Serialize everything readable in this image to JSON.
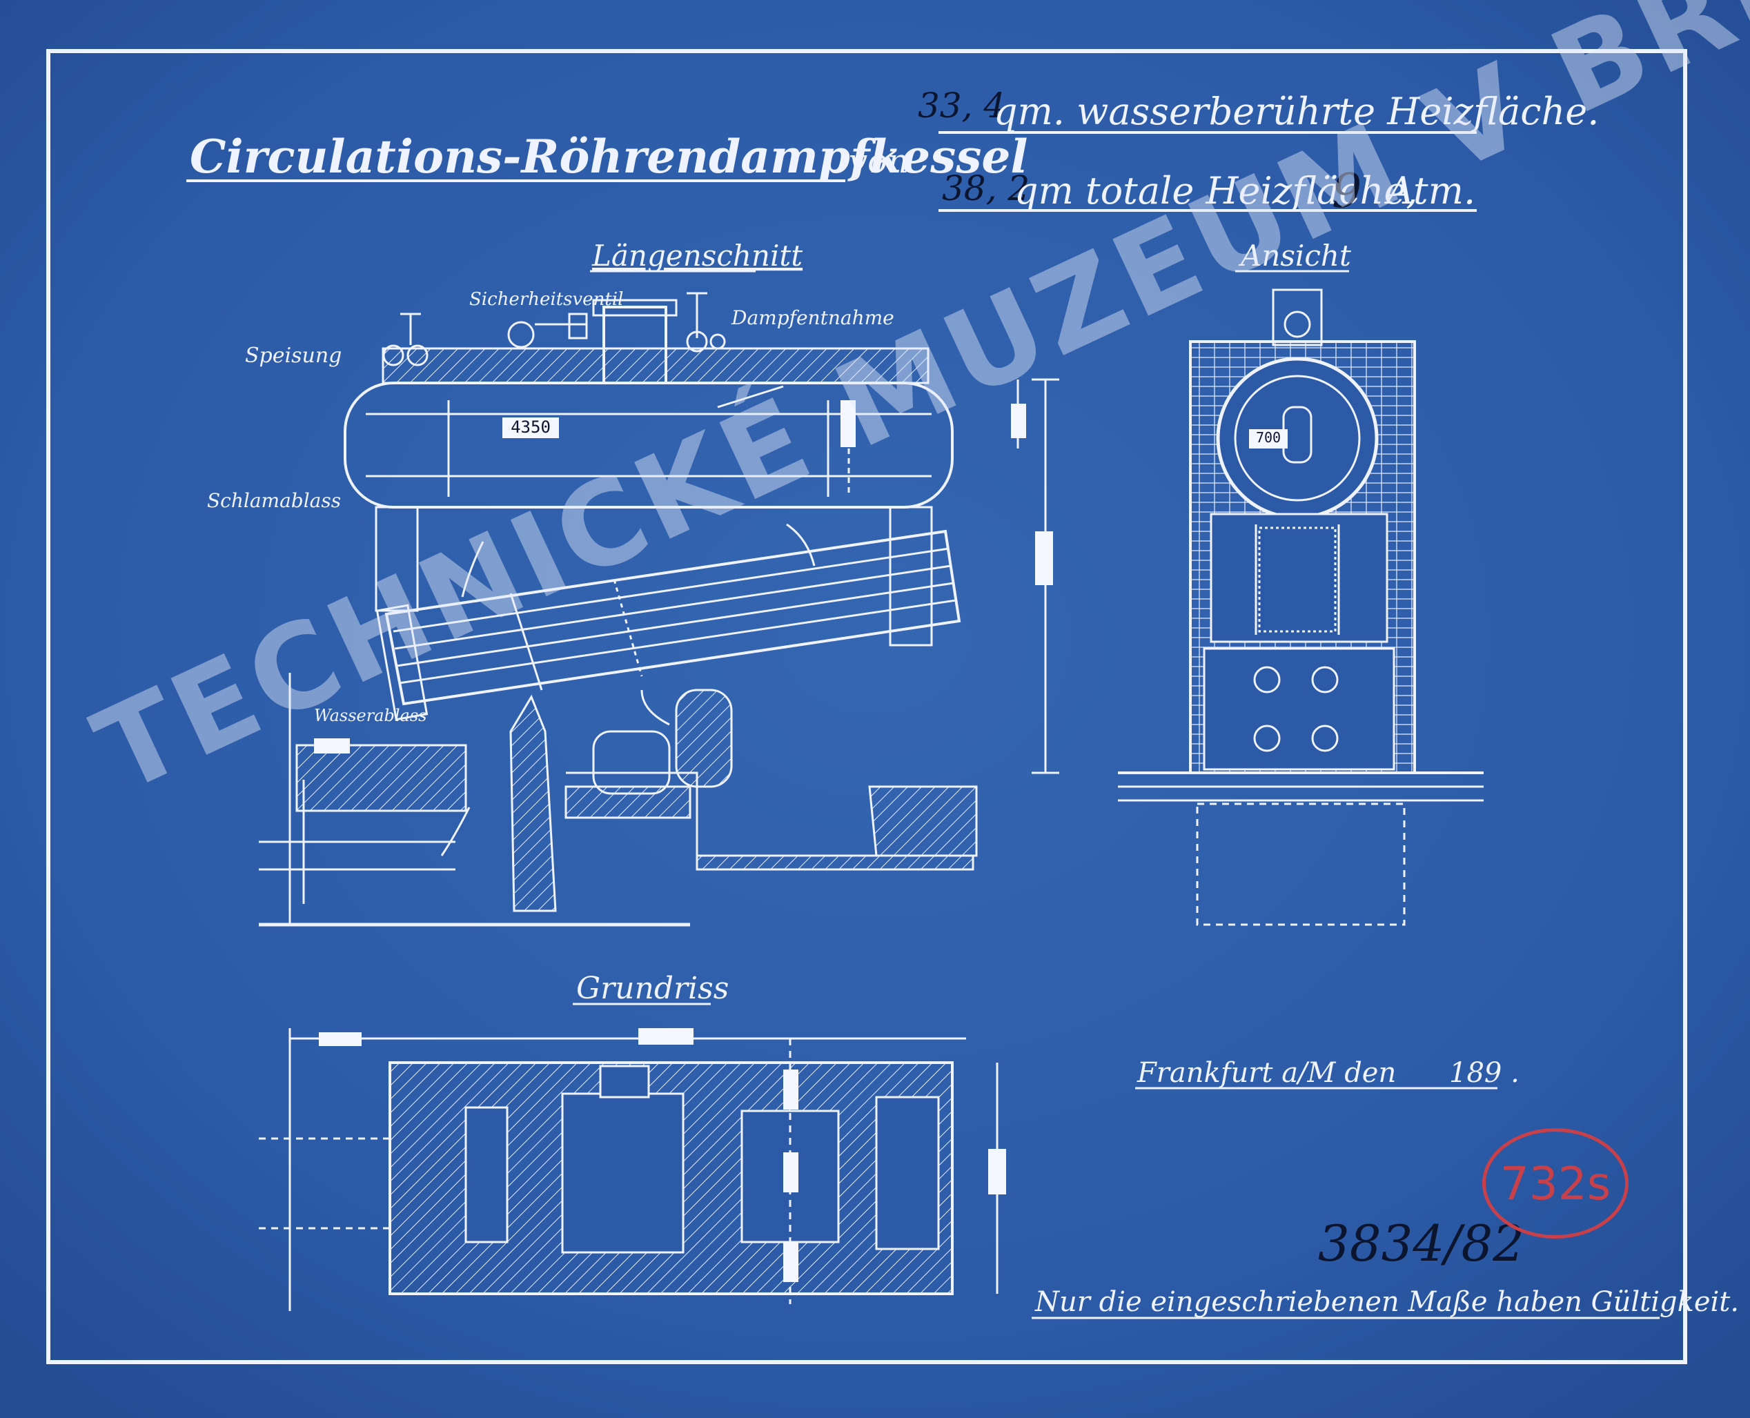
{
  "title": {
    "main": "Circulations-Röhrendampfkessel",
    "von": "von",
    "line1_value": "33, 4",
    "line1_text": "qm. wasserberührte Heizfläche.",
    "line2_value": "38, 2",
    "line2_text": "qm totale Heizfläche,",
    "pressure_value": "9",
    "pressure_unit": "Atm."
  },
  "sections": {
    "longitudinal": "Längenschnitt",
    "view": "Ansicht",
    "plan": "Grundriss"
  },
  "labels": {
    "sicherheitsventil": "Sicherheitsventil",
    "dampfentnahme": "Dampfentnahme",
    "speisung": "Speisung",
    "schlammablass": "Schlamablass",
    "wasserablass": "Wasserablass",
    "dim_4350": "4350",
    "dim_view": "700"
  },
  "footer": {
    "place": "Frankfurt a/M den",
    "year": "189 .",
    "note": "Nur die eingeschriebenen Maße haben Gültigkeit."
  },
  "archive": {
    "inventory": "3834/82",
    "stamp": "732s",
    "watermark": "TECHNICKÉ MUZEUM V BRNĚ"
  },
  "colors": {
    "paper": "#2c5aa6",
    "line": "#eef3ff",
    "stamp": "#c8404a",
    "ink": "#0b1530"
  }
}
